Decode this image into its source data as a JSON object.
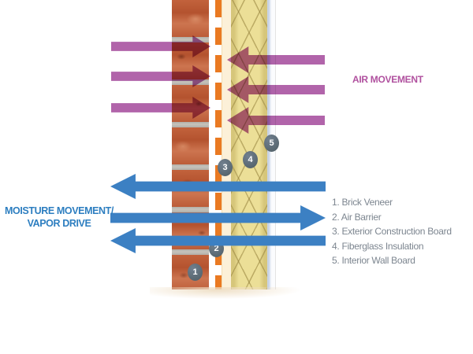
{
  "air_label": "AIR MOVEMENT",
  "moisture_label": {
    "line1": "MOISTURE MOVEMENT/",
    "line2": "VAPOR DRIVE"
  },
  "legend": {
    "items": [
      {
        "text": "1. Brick Veneer"
      },
      {
        "text": "2. Air Barrier"
      },
      {
        "text": "3. Exterior Construction Board"
      },
      {
        "text": "4. Fiberglass Insulation"
      },
      {
        "text": "5. Interior Wall Board"
      }
    ]
  },
  "callouts": {
    "c1": "1",
    "c2": "2",
    "c3": "3",
    "c4": "4",
    "c5": "5"
  },
  "colors": {
    "air_arrow": "#b164aa",
    "moisture_arrow": "#3c80c3",
    "air_barrier": "#ea7a22",
    "air_text": "#b0519f",
    "moisture_text": "#2d7ec0",
    "legend_text": "#7d8690",
    "callout_circle": "#5c6b7b"
  }
}
